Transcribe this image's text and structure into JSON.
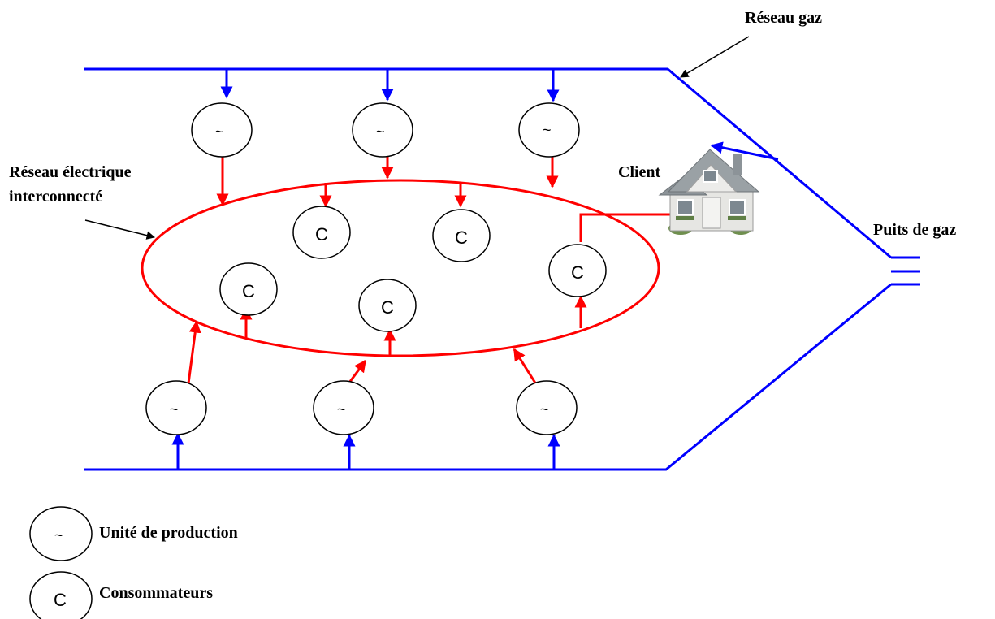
{
  "labels": {
    "gas_network": "Réseau gaz",
    "electric_network_line1": "Réseau électrique",
    "electric_network_line2": "interconnecté",
    "client": "Client",
    "gas_well": "Puits de gaz"
  },
  "symbols": {
    "production": "~",
    "consumer": "C"
  },
  "legend": [
    {
      "symbol": "~",
      "label": "Unité de production"
    },
    {
      "symbol": "C",
      "label": "Consommateurs"
    }
  ],
  "colors": {
    "gas": "#0000ff",
    "electric": "#ff0000",
    "text": "#000000"
  },
  "icons": {
    "client": "house-icon",
    "gas_well": "gas-well-icon"
  }
}
